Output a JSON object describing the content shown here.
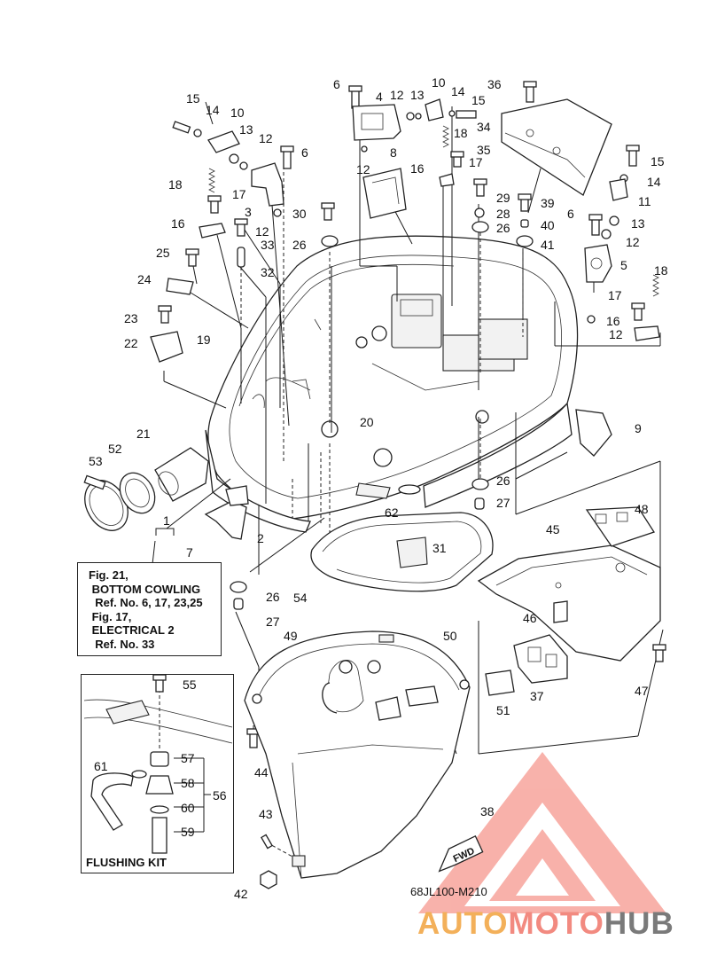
{
  "callouts": {
    "c1": "1",
    "c2": "2",
    "c3": "3",
    "c4": "4",
    "c5": "5",
    "c6a": "6",
    "c6b": "6",
    "c6c": "6",
    "c7": "7",
    "c8": "8",
    "c9": "9",
    "c10a": "10",
    "c10b": "10",
    "c11": "11",
    "c12a": "12",
    "c12b": "12",
    "c12c": "12",
    "c12d": "12",
    "c12e": "12",
    "c12f": "12",
    "c13a": "13",
    "c13b": "13",
    "c13c": "13",
    "c14a": "14",
    "c14b": "14",
    "c14c": "14",
    "c15a": "15",
    "c15b": "15",
    "c15c": "15",
    "c16a": "16",
    "c16b": "16",
    "c16c": "16",
    "c17a": "17",
    "c17b": "17",
    "c17c": "17",
    "c18a": "18",
    "c18b": "18",
    "c18c": "18",
    "c19": "19",
    "c20": "20",
    "c21": "21",
    "c22": "22",
    "c23": "23",
    "c24": "24",
    "c25": "25",
    "c26a": "26",
    "c26b": "26",
    "c26c": "26",
    "c26d": "26",
    "c27a": "27",
    "c27b": "27",
    "c28": "28",
    "c29": "29",
    "c30": "30",
    "c31": "31",
    "c32": "32",
    "c33": "33",
    "c34": "34",
    "c35": "35",
    "c36": "36",
    "c37": "37",
    "c38": "38",
    "c39": "39",
    "c40": "40",
    "c41": "41",
    "c42": "42",
    "c43": "43",
    "c44": "44",
    "c45": "45",
    "c46": "46",
    "c47": "47",
    "c48": "48",
    "c49": "49",
    "c50": "50",
    "c51": "51",
    "c52": "52",
    "c53": "53",
    "c54": "54",
    "c55": "55",
    "c56": "56",
    "c57": "57",
    "c58": "58",
    "c59": "59",
    "c60": "60",
    "c61": "61",
    "c62": "62"
  },
  "note": {
    "line1": "Fig. 21,",
    "line2": " BOTTOM COWLING",
    "line3": "  Ref. No. 6, 17, 23,25",
    "line4": " Fig. 17,",
    "line5": " ELECTRICAL 2",
    "line6": "  Ref. No. 33"
  },
  "flushing_kit": {
    "title": "FLUSHING KIT"
  },
  "fwd_label": "FWD",
  "drawing_code": "68JL100-M210",
  "watermark": {
    "part1": "AUTO",
    "part2": "MOTO",
    "part3": "HUB",
    "colors": {
      "orange": "#f3b05a",
      "pink": "#f28a80",
      "grey": "#7a7a7a",
      "triangle": "#f4a09a"
    }
  }
}
